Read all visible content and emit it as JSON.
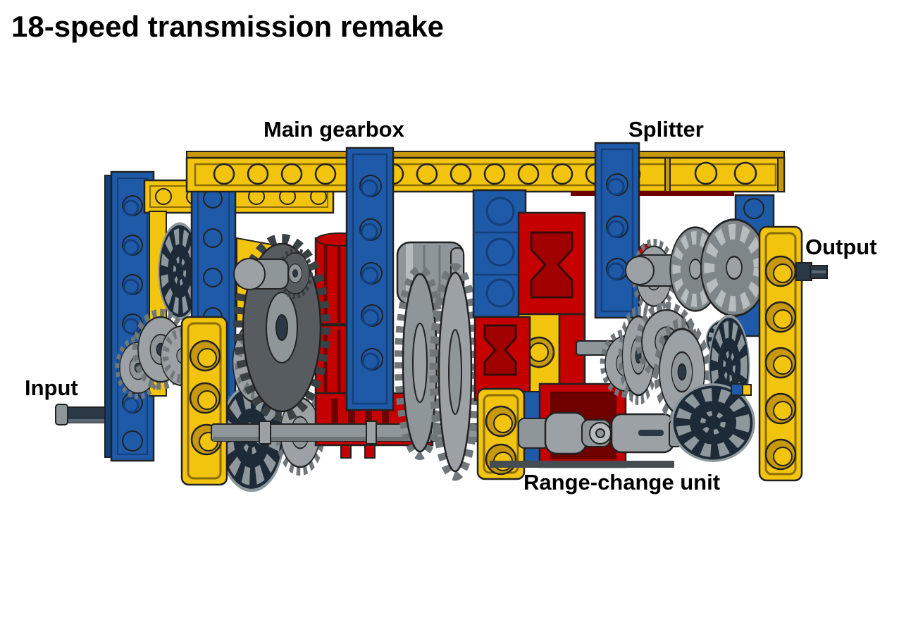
{
  "title": "18-speed transmission remake",
  "labels": {
    "main_gearbox": "Main gearbox",
    "splitter": "Splitter",
    "output": "Output",
    "input": "Input",
    "range_change": "Range-change unit"
  },
  "colors": {
    "background": "#FFFFFF",
    "text": "#000000",
    "lego_yellow": "#F2C40E",
    "lego_yellow_shade": "#C7990A",
    "lego_yellow_recess": "#8A6D06",
    "lego_blue": "#1E5AA8",
    "lego_blue_shade": "#143F7A",
    "lego_red": "#C40000",
    "lego_red_deep": "#A00000",
    "lego_red_shade": "#6E0000",
    "gear_light": "#9BA1A5",
    "gear_mid": "#8F969A",
    "gear_hi": "#B7BCBE",
    "gear_deep": "#7F868A",
    "gear_dark": "#565C60",
    "teeth_mid": "#70777B",
    "teeth_dark": "#3A4145",
    "knob_navy": "#1C2B37",
    "knob_edge": "#8E979C",
    "axle": "#2B3947",
    "plate_shadow": "#454C52",
    "outline": "#222222"
  }
}
